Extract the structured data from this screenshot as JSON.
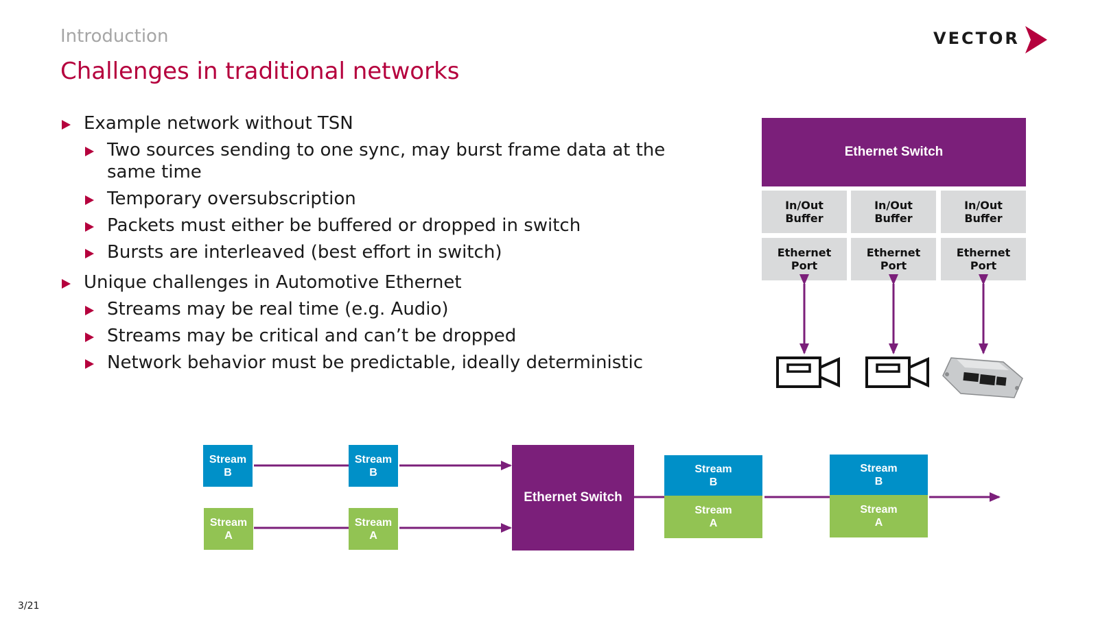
{
  "header": {
    "section": "Introduction",
    "title": "Challenges in traditional networks",
    "logo_text": "VECTOR"
  },
  "bullets": [
    {
      "level": 1,
      "text": "Example network without TSN"
    },
    {
      "level": 2,
      "text": "Two sources sending to one sync, may burst frame data at the same time"
    },
    {
      "level": 2,
      "text": "Temporary oversubscription"
    },
    {
      "level": 2,
      "text": "Packets must either be buffered or dropped in switch"
    },
    {
      "level": 2,
      "text": "Bursts are interleaved (best effort in switch)"
    },
    {
      "level": 1,
      "text": "Unique challenges in Automotive Ethernet"
    },
    {
      "level": 2,
      "text": "Streams may be real time (e.g. Audio)"
    },
    {
      "level": 2,
      "text": "Streams may be critical and can’t be dropped"
    },
    {
      "level": 2,
      "text": "Network behavior must be predictable, ideally deterministic"
    }
  ],
  "switch_diagram": {
    "switch_label": "Ethernet Switch",
    "buffers": [
      "In/Out\nBuffer",
      "In/Out\nBuffer",
      "In/Out\nBuffer"
    ],
    "ports": [
      "Ethernet\nPort",
      "Ethernet\nPort",
      "Ethernet\nPort"
    ],
    "devices": [
      "camera-icon",
      "camera-icon",
      "ecu-icon"
    ]
  },
  "stream_diagram": {
    "stream_b": "Stream\nB",
    "stream_a": "Stream\nA",
    "switch_label": "Ethernet Switch"
  },
  "footer": {
    "page": "3/21"
  },
  "colors": {
    "accent": "#b5003d",
    "switch": "#7b1f7a",
    "stream_b": "#0090c8",
    "stream_a": "#92c353"
  }
}
